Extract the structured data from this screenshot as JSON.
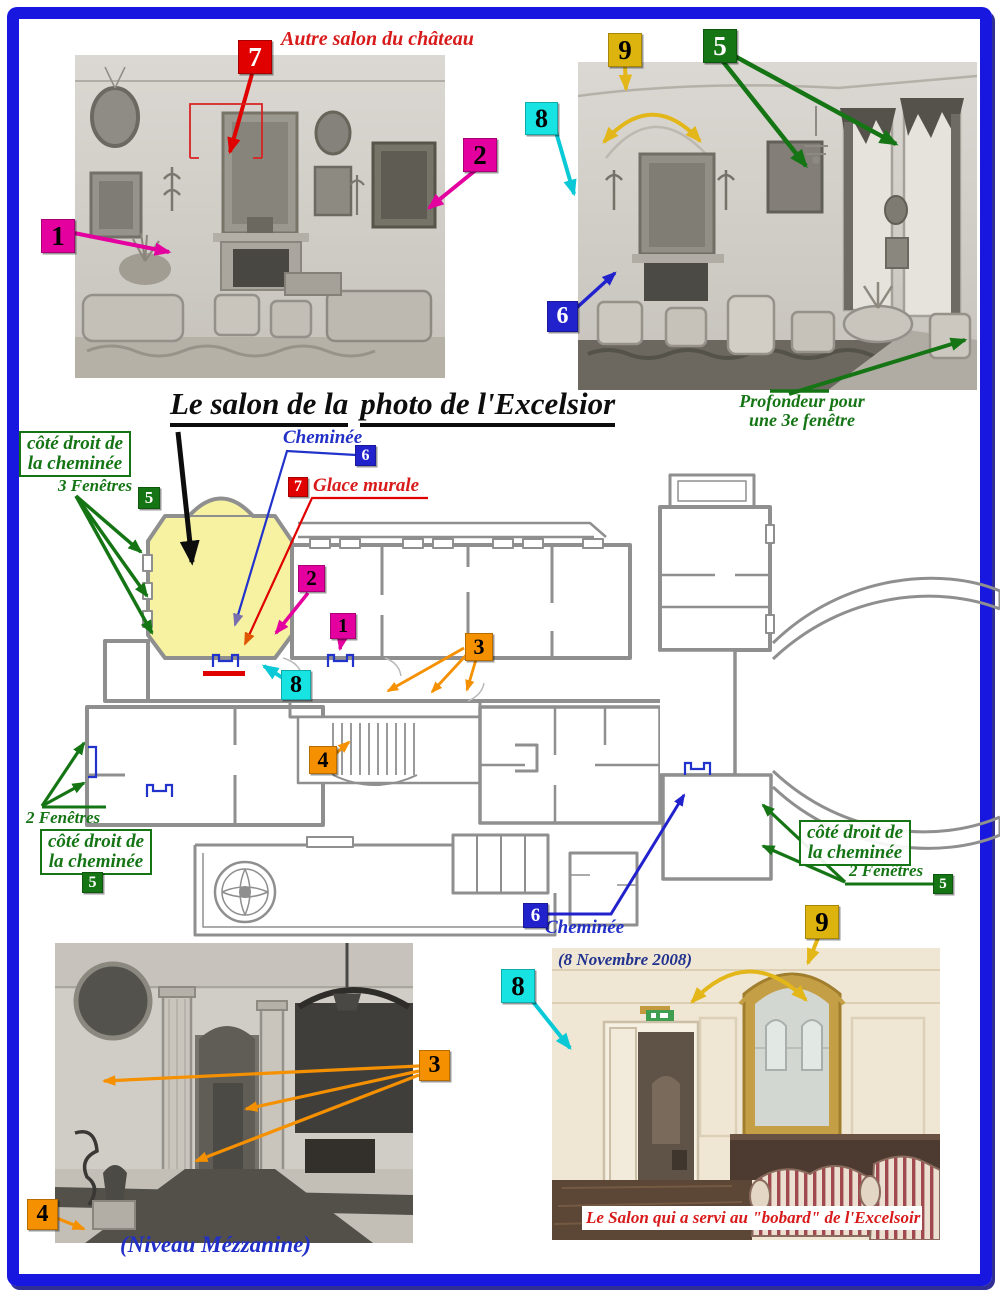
{
  "markers": {
    "1": "1",
    "2": "2",
    "3": "3",
    "4": "4",
    "5": "5",
    "6": "6",
    "7": "7",
    "8": "8",
    "9": "9"
  },
  "top_left_photo": {
    "caption": "Autre salon du château"
  },
  "top_right_photo": {
    "depth_line1": "Profondeur pour",
    "depth_line2": "une 3e fenêtre"
  },
  "plan": {
    "title_part1": "Le salon de la",
    "title_part2": "photo de l'Excelsior",
    "chimney_top_label": "Cheminée",
    "mirror_label": "Glace murale",
    "left_box_line1": "côté droit de",
    "left_box_line2": "la cheminée",
    "right_box_line1": "côté droit de",
    "right_box_line2": "la cheminée",
    "three_windows_label": "3 Fenêtres",
    "two_windows_left_label": "2 Fenêtres",
    "two_windows_right_label": "2 Fenêtres",
    "chimney_bottom_label": "Cheminée"
  },
  "bottom_left_photo": {
    "caption": "(Niveau Mézzanine)"
  },
  "bottom_right_photo": {
    "date": "(8 Novembre 2008)",
    "caption": "Le Salon qui a servi au \"bobard\" de l'Excelsoir"
  },
  "colors": {
    "frame_blue": "#1717E0",
    "marker_red": "#E00000",
    "marker_magenta": "#E3009E",
    "marker_green": "#157515",
    "marker_cyan": "#17E3E3",
    "marker_blue": "#2222CC",
    "marker_orange": "#F59000",
    "marker_gold": "#DDB30E",
    "salon_highlight": "#F6F2A2",
    "caption_red": "#D81A1A",
    "caption_blue": "#2230C8"
  }
}
